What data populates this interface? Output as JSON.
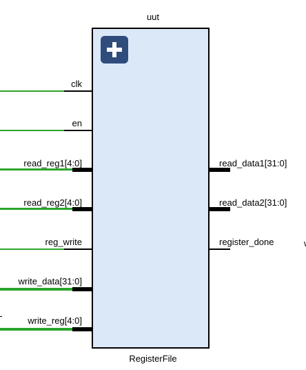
{
  "instance_name": "uut",
  "module_name": "RegisterFile",
  "expand_button": {
    "icon": "plus-icon"
  },
  "input_ports": [
    {
      "name": "clk",
      "bus": false
    },
    {
      "name": "en",
      "bus": false
    },
    {
      "name": "read_reg1[4:0]",
      "bus": true
    },
    {
      "name": "read_reg2[4:0]",
      "bus": true
    },
    {
      "name": "reg_write",
      "bus": false
    },
    {
      "name": "write_data[31:0]",
      "bus": true
    },
    {
      "name": "write_reg[4:0]",
      "bus": true
    }
  ],
  "output_ports": [
    {
      "name": "read_data1[31:0]",
      "bus": true
    },
    {
      "name": "read_data2[31:0]",
      "bus": true
    },
    {
      "name": "register_done",
      "bus": false
    }
  ],
  "edge_fragment": "w",
  "colors": {
    "wire": "#2aa52a",
    "block_fill": "#dbe8f8",
    "button": "#2f4c7c"
  }
}
